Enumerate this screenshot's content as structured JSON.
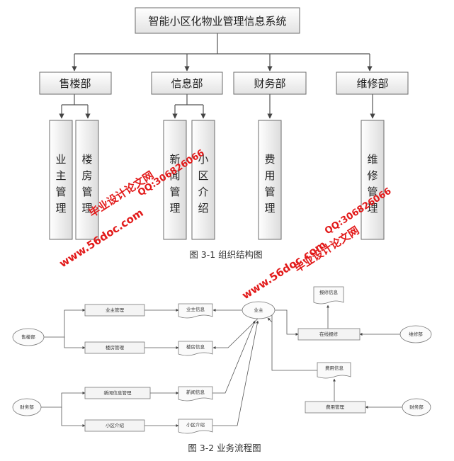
{
  "org": {
    "root": "智能小区化物业管理信息系统",
    "depts": [
      "售楼部",
      "信息部",
      "财务部",
      "维修部"
    ],
    "leaves": [
      "业主管理",
      "楼房管理",
      "新闻管理",
      "小区介绍",
      "费用管理",
      "维修管理"
    ],
    "caption": "图 3-1  组织结构图"
  },
  "flow": {
    "owner": "业主",
    "sales_dept": "售楼部",
    "finance_dept": "财务部",
    "repair_dept": "维修部",
    "owner_mgmt": "业主管理",
    "building_mgmt": "楼房管理",
    "news_mgmt": "新闻信息管理",
    "intro_proc": "小区介绍",
    "owner_info": "业主信息",
    "building_info": "楼房信息",
    "news_info": "新闻信息",
    "intro_doc": "小区介绍",
    "repair_info": "报修信息",
    "online_repair": "在线报修",
    "fee_info": "费用信息",
    "fee_mgmt": "费用管理",
    "caption": "图 3-2  业务流程图"
  },
  "watermark": {
    "site": "www.56doc.com",
    "qq": "QQ:306826066",
    "title": "毕业设计论文网"
  }
}
